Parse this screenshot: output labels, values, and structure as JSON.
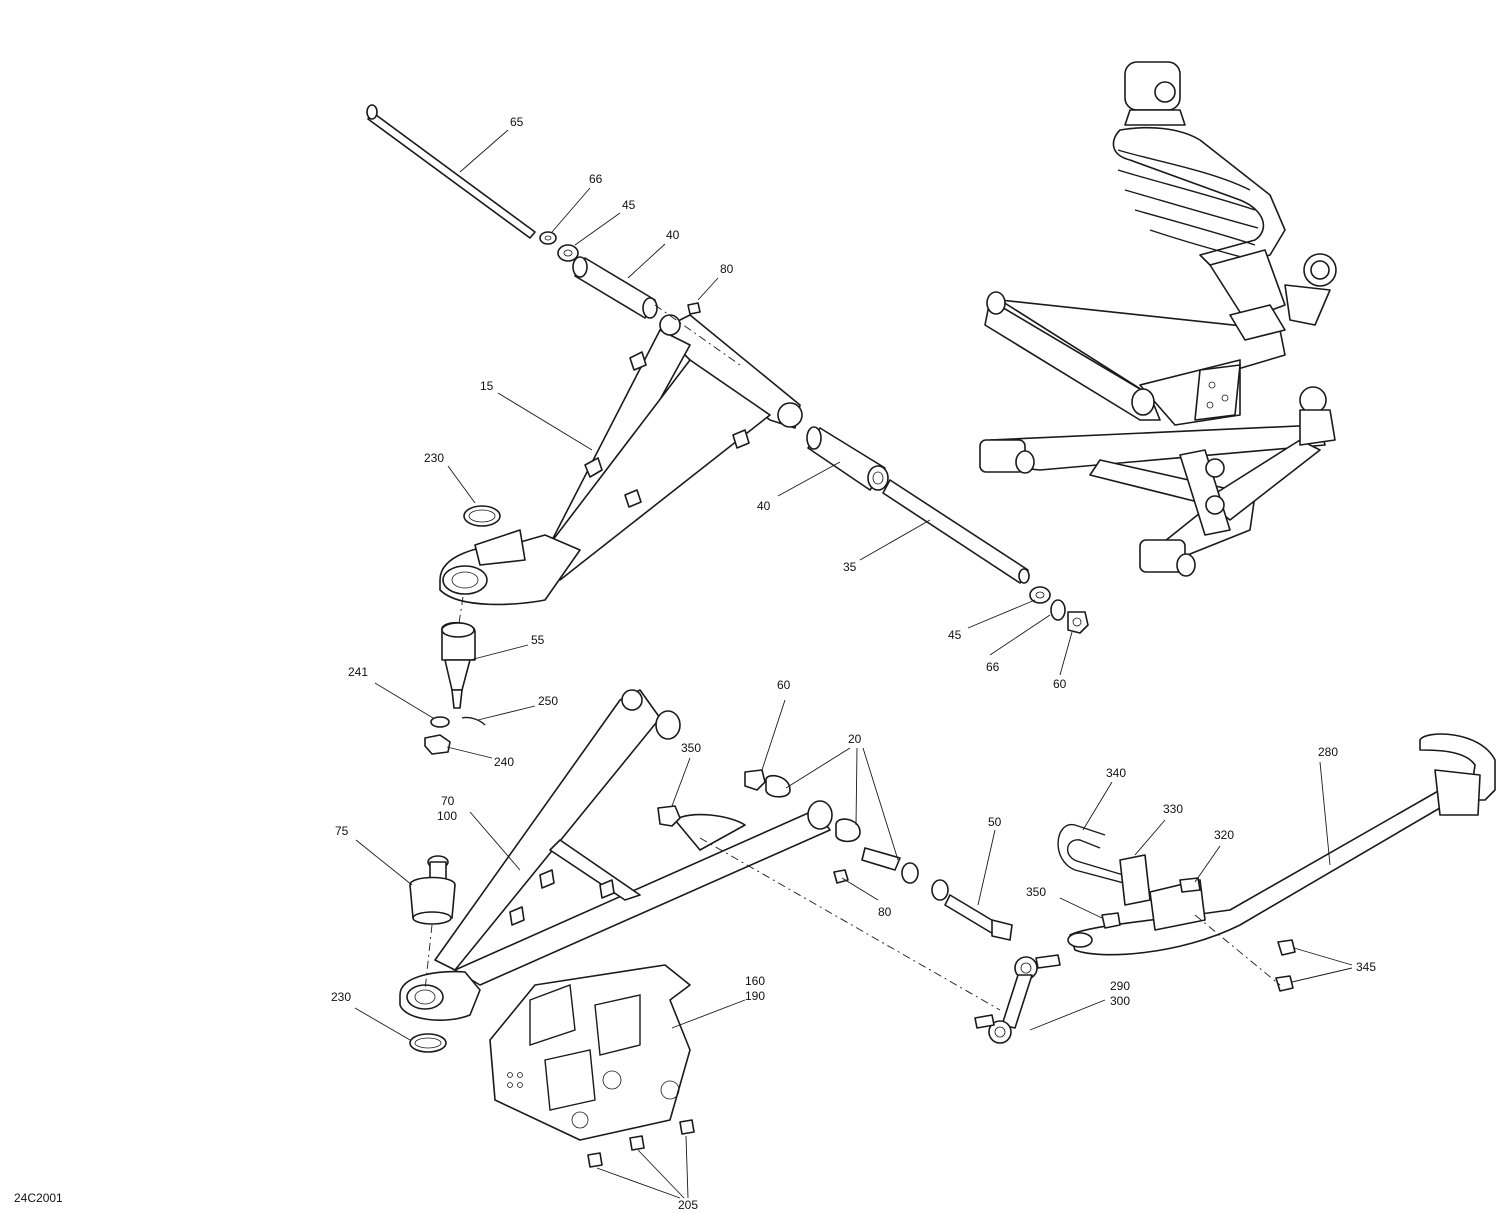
{
  "diagram_code": "24C2001",
  "callouts": {
    "c65": "65",
    "c66a": "66",
    "c45a": "45",
    "c40a": "40",
    "c80a": "80",
    "c15": "15",
    "c230a": "230",
    "c40b": "40",
    "c35": "35",
    "c45b": "45",
    "c66b": "66",
    "c60a": "60",
    "c55": "55",
    "c241": "241",
    "c250": "250",
    "c240": "240",
    "c60b": "60",
    "c20": "20",
    "c350a": "350",
    "c70": "70",
    "c100": "100",
    "c75": "75",
    "c80b": "80",
    "c50": "50",
    "c340": "340",
    "c330": "330",
    "c320": "320",
    "c280": "280",
    "c350b": "350",
    "c345": "345",
    "c290": "290",
    "c300": "300",
    "c160": "160",
    "c190": "190",
    "c230b": "230",
    "c205": "205"
  }
}
